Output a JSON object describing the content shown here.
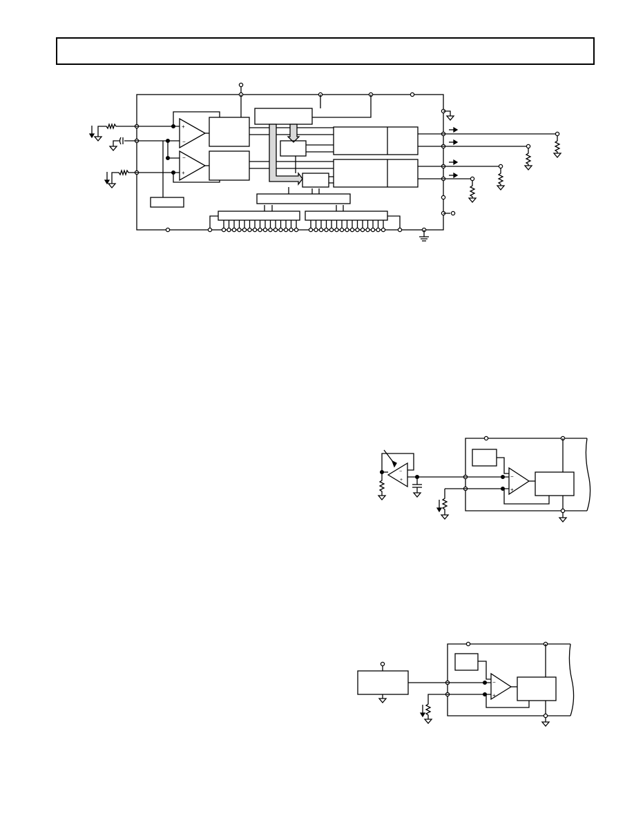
{
  "page": {
    "header_box_text": ""
  },
  "diagrams": [
    {
      "id": "functional-block-diagram",
      "labels": []
    },
    {
      "id": "photodiode-input-circuit",
      "labels": []
    },
    {
      "id": "voltage-source-input-circuit",
      "labels": []
    }
  ],
  "colors": {
    "line": "#000000",
    "bus_fill": "#d9d9d9",
    "background": "#ffffff"
  }
}
